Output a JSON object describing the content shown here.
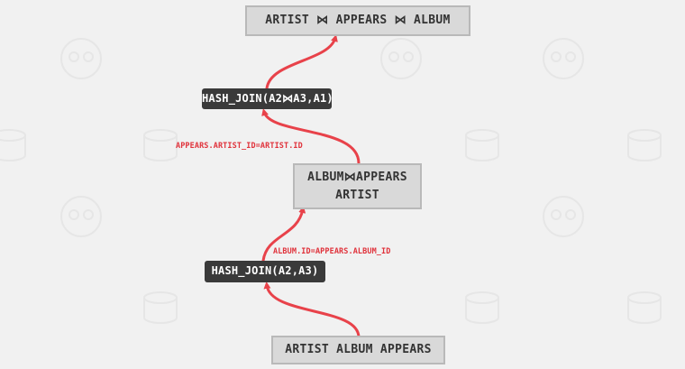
{
  "nodes": {
    "top": "ARTIST ⋈ APPEARS ⋈ ALBUM",
    "middle_line1": "ALBUM⋈APPEARS",
    "middle_line2": "ARTIST",
    "bottom": "ARTIST ALBUM APPEARS"
  },
  "operators": {
    "upper": "HASH_JOIN(A2⋈A3,A1)",
    "lower": "HASH_JOIN(A2,A3)"
  },
  "conditions": {
    "upper": "APPEARS.ARTIST_ID=ARTIST.ID",
    "lower": "ALBUM.ID=APPEARS.ALBUM_ID"
  },
  "colors": {
    "arrow": "#e8424a",
    "node_fill": "#d9d9d9",
    "operator_fill": "#3a3a3a"
  }
}
